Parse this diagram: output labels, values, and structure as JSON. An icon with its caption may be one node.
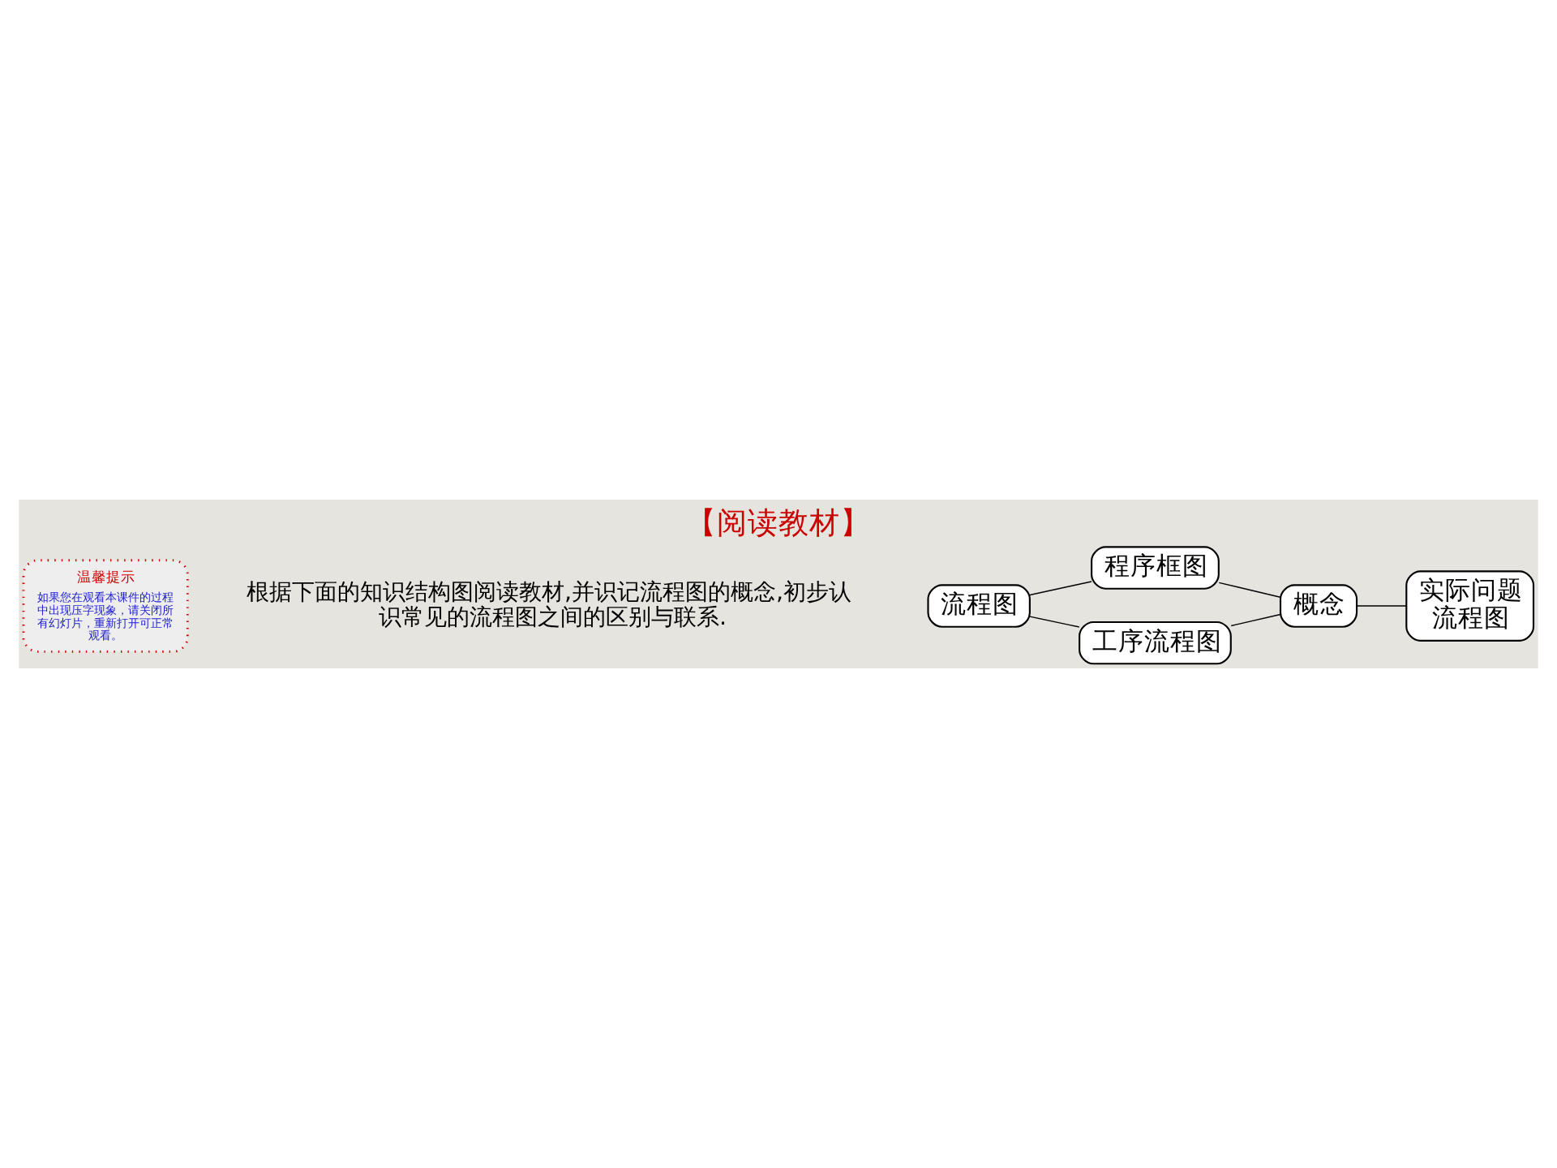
{
  "diagram": {
    "title": "【阅读教材】",
    "nodes": [
      {
        "text": [
          "温馨提示",
          "如果您在观看本课件的过程中出现压字现象，请关闭所有幻灯片，重新打开可正常观看。"
        ]
      },
      {
        "text": [
          "流程图"
        ]
      },
      {
        "text": [
          "程序框图"
        ]
      },
      {
        "text": [
          "工序流程图"
        ]
      },
      {
        "text": [
          "概念"
        ]
      },
      {
        "text": [
          "实际问题流程图"
        ]
      }
    ],
    "edges": [
      {
        "from": 1,
        "to": 2,
        "arrow": "none"
      },
      {
        "from": 1,
        "to": 3,
        "arrow": "none"
      },
      {
        "from": 2,
        "to": 4,
        "arrow": "none"
      },
      {
        "from": 3,
        "to": 4,
        "arrow": "none"
      },
      {
        "from": 4,
        "to": 5,
        "arrow": "none"
      }
    ],
    "labels": [
      "根据下面的知识结构图阅读教材,并识记流程图的概念,初步认识常见的流程图之间的区别与联系."
    ]
  }
}
